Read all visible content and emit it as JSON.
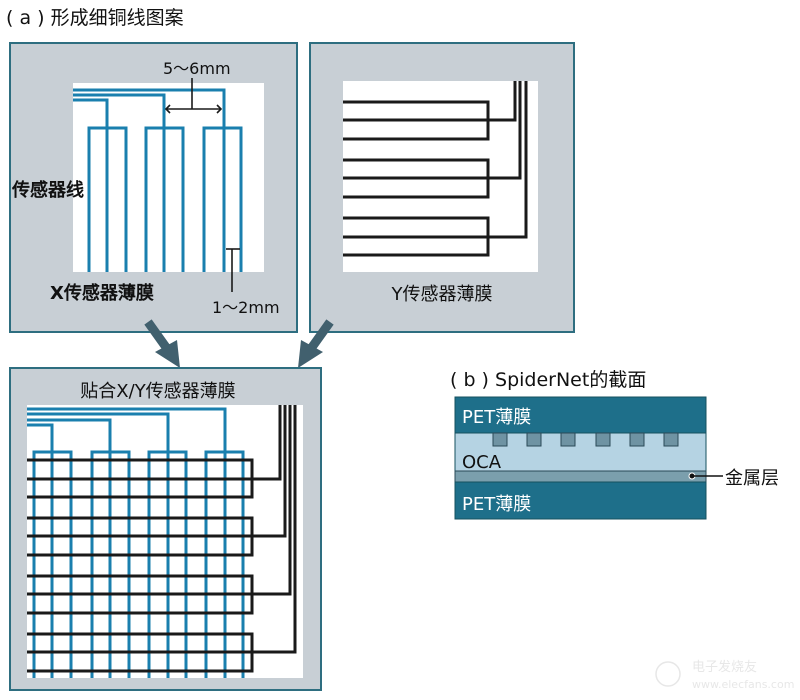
{
  "section_a": {
    "title": "( a ) 形成细铜线图案",
    "x_panel": {
      "label": "X传感器薄膜",
      "sensor_line_label": "传感器线",
      "pitch_label": "5～6mm",
      "gap_label": "1～2mm"
    },
    "y_panel": {
      "label": "Y传感器薄膜"
    },
    "combined_panel": {
      "label": "贴合X/Y传感器薄膜"
    }
  },
  "section_b": {
    "title": "( b ) SpiderNet的截面",
    "layers": {
      "top": "PET薄膜",
      "middle": "OCA",
      "bottom": "PET薄膜"
    },
    "metal_label": "金属层"
  },
  "watermark": {
    "name": "电子发烧友",
    "url": "www.elecfans.com"
  },
  "colors": {
    "panel_bg": "#c8cfd5",
    "panel_border": "#2e6e80",
    "x_line": "#1a7fae",
    "y_line": "#1a1a1a",
    "pet": "#1e6f8a",
    "oca": "#b5d3e3",
    "metal": "#7b9fad"
  }
}
